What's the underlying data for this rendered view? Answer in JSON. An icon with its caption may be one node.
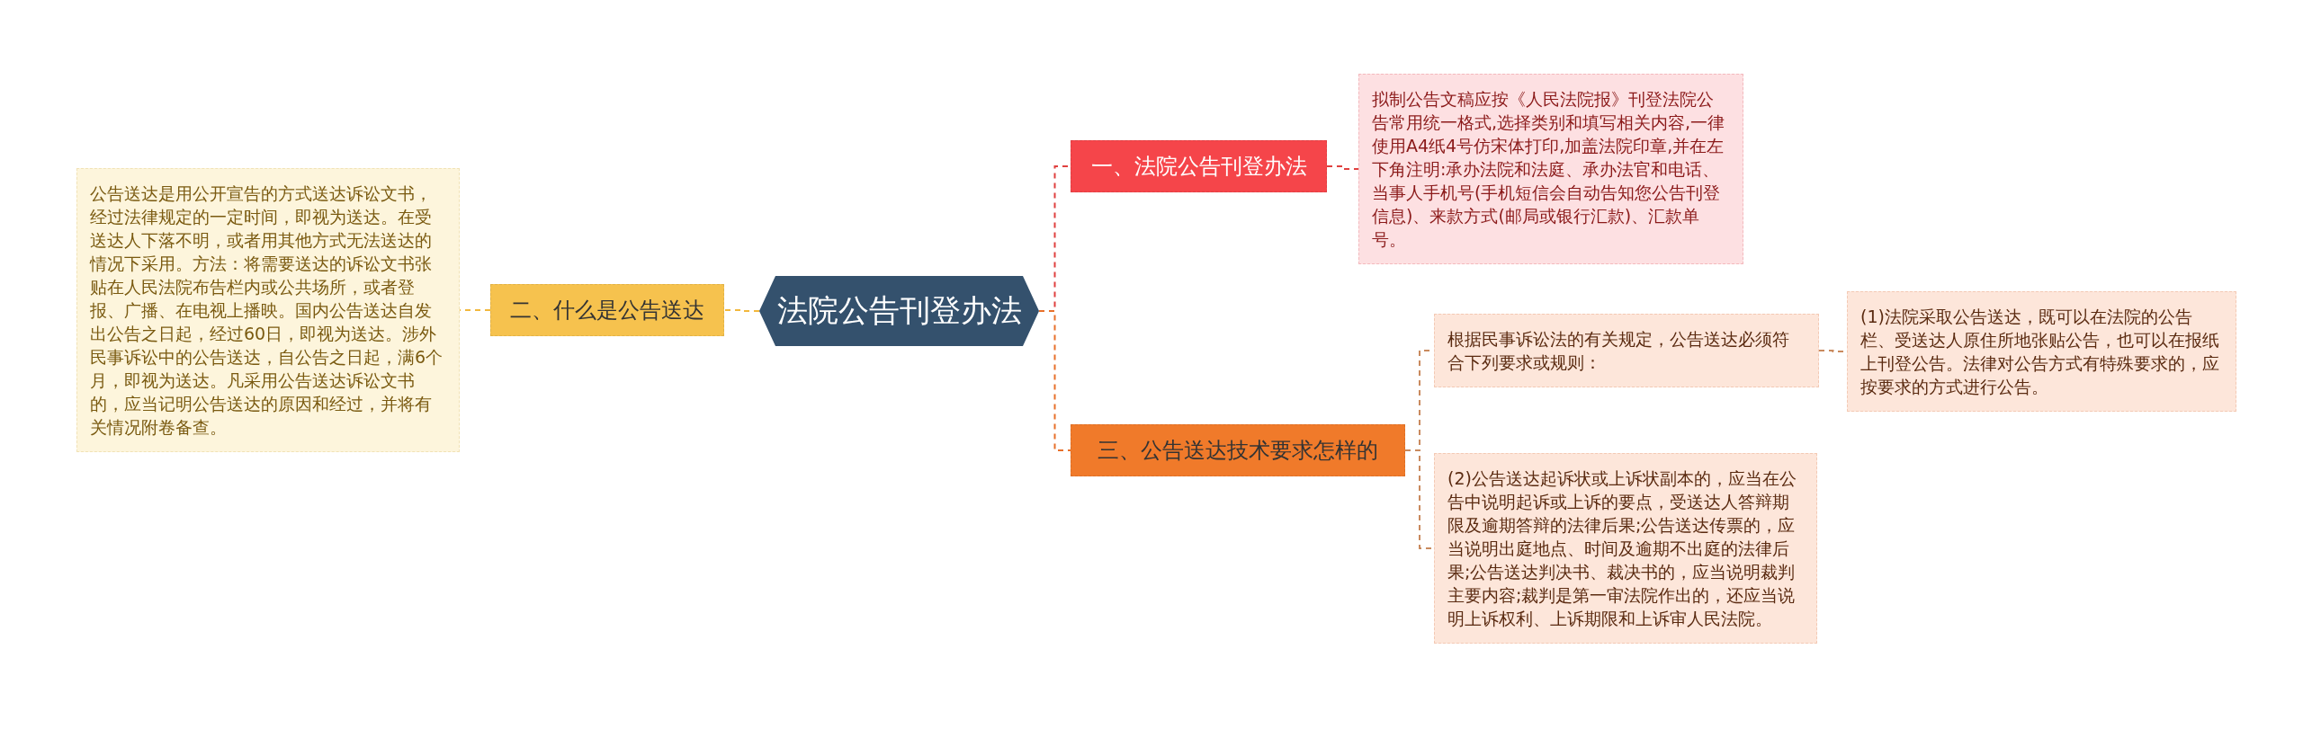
{
  "diagram": {
    "nodes": [
      {
        "text": [
          "法院公告刊登办法"
        ]
      },
      {
        "text": [
          "一、法院公告刊登办法"
        ]
      },
      {
        "text": [
          "拟制公告文稿应按《人民法院报》刊登法院公告常用统一格式,选择类别和填写相关内容,一律使用A4纸4号仿宋体打印,加盖法院印章,并在左下角注明:承办法院和法庭、承办法官和电话、当事人手机号(手机短信会自动告知您公告刊登信息)、来款方式(邮局或银行汇款)、汇款单号。"
        ]
      },
      {
        "text": [
          "二、什么是公告送达"
        ]
      },
      {
        "text": [
          "公告送达是用公开宣告的方式送达诉讼文书，经过法律规定的一定时间，即视为送达。在受送达人下落不明，或者用其他方式无法送达的情况下采用。方法：将需要送达的诉讼文书张贴在人民法院布告栏内或公共场所，或者登报、广播、在电视上播映。国内公告送达自发出公告之日起，经过60日，即视为送达。涉外民事诉讼中的公告送达，自公告之日起，满6个月，即视为送达。凡采用公告送达诉讼文书的，应当记明公告送达的原因和经过，并将有关情况附卷备查。"
        ]
      },
      {
        "text": [
          "三、公告送达技术要求怎样的"
        ]
      },
      {
        "text": [
          "根据民事诉讼法的有关规定，公告送达必须符合下列要求或规则："
        ]
      },
      {
        "text": [
          "(1)法院采取公告送达，既可以在法院的公告栏、受送达人原住所地张贴公告，也可以在报纸上刊登公告。法律对公告方式有特殊要求的，应按要求的方式进行公告。"
        ]
      },
      {
        "text": [
          "(2)公告送达起诉状或上诉状副本的，应当在公告中说明起诉或上诉的要点，受送达人答辩期限及逾期答辩的法律后果;公告送达传票的，应当说明出庭地点、时间及逾期不出庭的法律后果;公告送达判决书、裁决书的，应当说明裁判主要内容;裁判是第一审法院作出的，还应当说明上诉权利、上诉期限和上诉审人民法院。"
        ]
      }
    ],
    "edges": [
      {
        "from": 0,
        "to": 1,
        "arrow": "none",
        "style": "dashed",
        "color": "#e0403f"
      },
      {
        "from": 1,
        "to": 2,
        "arrow": "none",
        "style": "dashed",
        "color": "#e0403f"
      },
      {
        "from": 0,
        "to": 3,
        "arrow": "none",
        "style": "dashed",
        "color": "#f2b83d"
      },
      {
        "from": 3,
        "to": 4,
        "arrow": "none",
        "style": "dashed",
        "color": "#f2b83d"
      },
      {
        "from": 0,
        "to": 5,
        "arrow": "none",
        "style": "dashed",
        "color": "#e8702a"
      },
      {
        "from": 5,
        "to": 6,
        "arrow": "none",
        "style": "dashed",
        "color": "#c98a5e"
      },
      {
        "from": 5,
        "to": 8,
        "arrow": "none",
        "style": "dashed",
        "color": "#c98a5e"
      },
      {
        "from": 6,
        "to": 7,
        "arrow": "none",
        "style": "dashed",
        "color": "#c98a5e"
      }
    ]
  }
}
